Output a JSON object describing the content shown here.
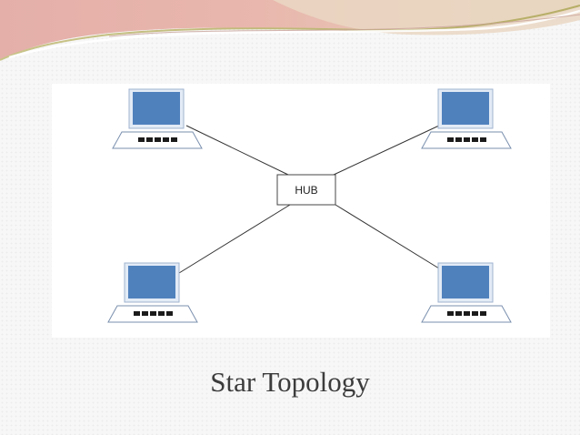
{
  "slide": {
    "title": "Star Topology"
  },
  "diagram": {
    "hub_label": "HUB",
    "nodes": [
      {
        "id": "top-left",
        "icon": "laptop-icon"
      },
      {
        "id": "top-right",
        "icon": "laptop-icon"
      },
      {
        "id": "bottom-left",
        "icon": "laptop-icon"
      },
      {
        "id": "bottom-right",
        "icon": "laptop-icon"
      }
    ]
  },
  "colors": {
    "screen": "#4f81bd",
    "screen_bezel": "#e3ebf6",
    "keyboard": "#ffffff",
    "keys": "#1b1b1b",
    "link": "#333333",
    "title": "#3c3c3c"
  }
}
